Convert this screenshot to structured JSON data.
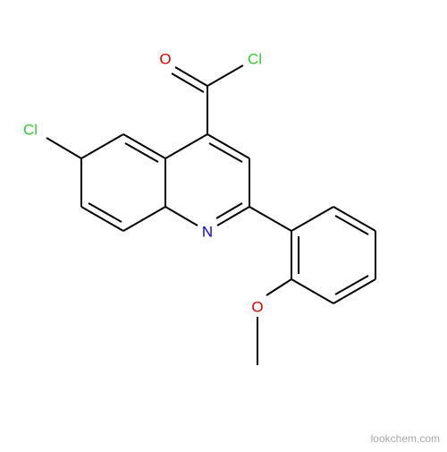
{
  "molecule": {
    "atoms": {
      "cl_ring": "Cl",
      "cl_acyl": "Cl",
      "o_carbonyl": "O",
      "n_ring": "N",
      "o_methoxy": "O"
    },
    "colors": {
      "bond": "#000000",
      "chlorine": "#33cc33",
      "oxygen": "#e00000",
      "nitrogen": "#0000ee"
    }
  },
  "watermark": "lookchem.com"
}
